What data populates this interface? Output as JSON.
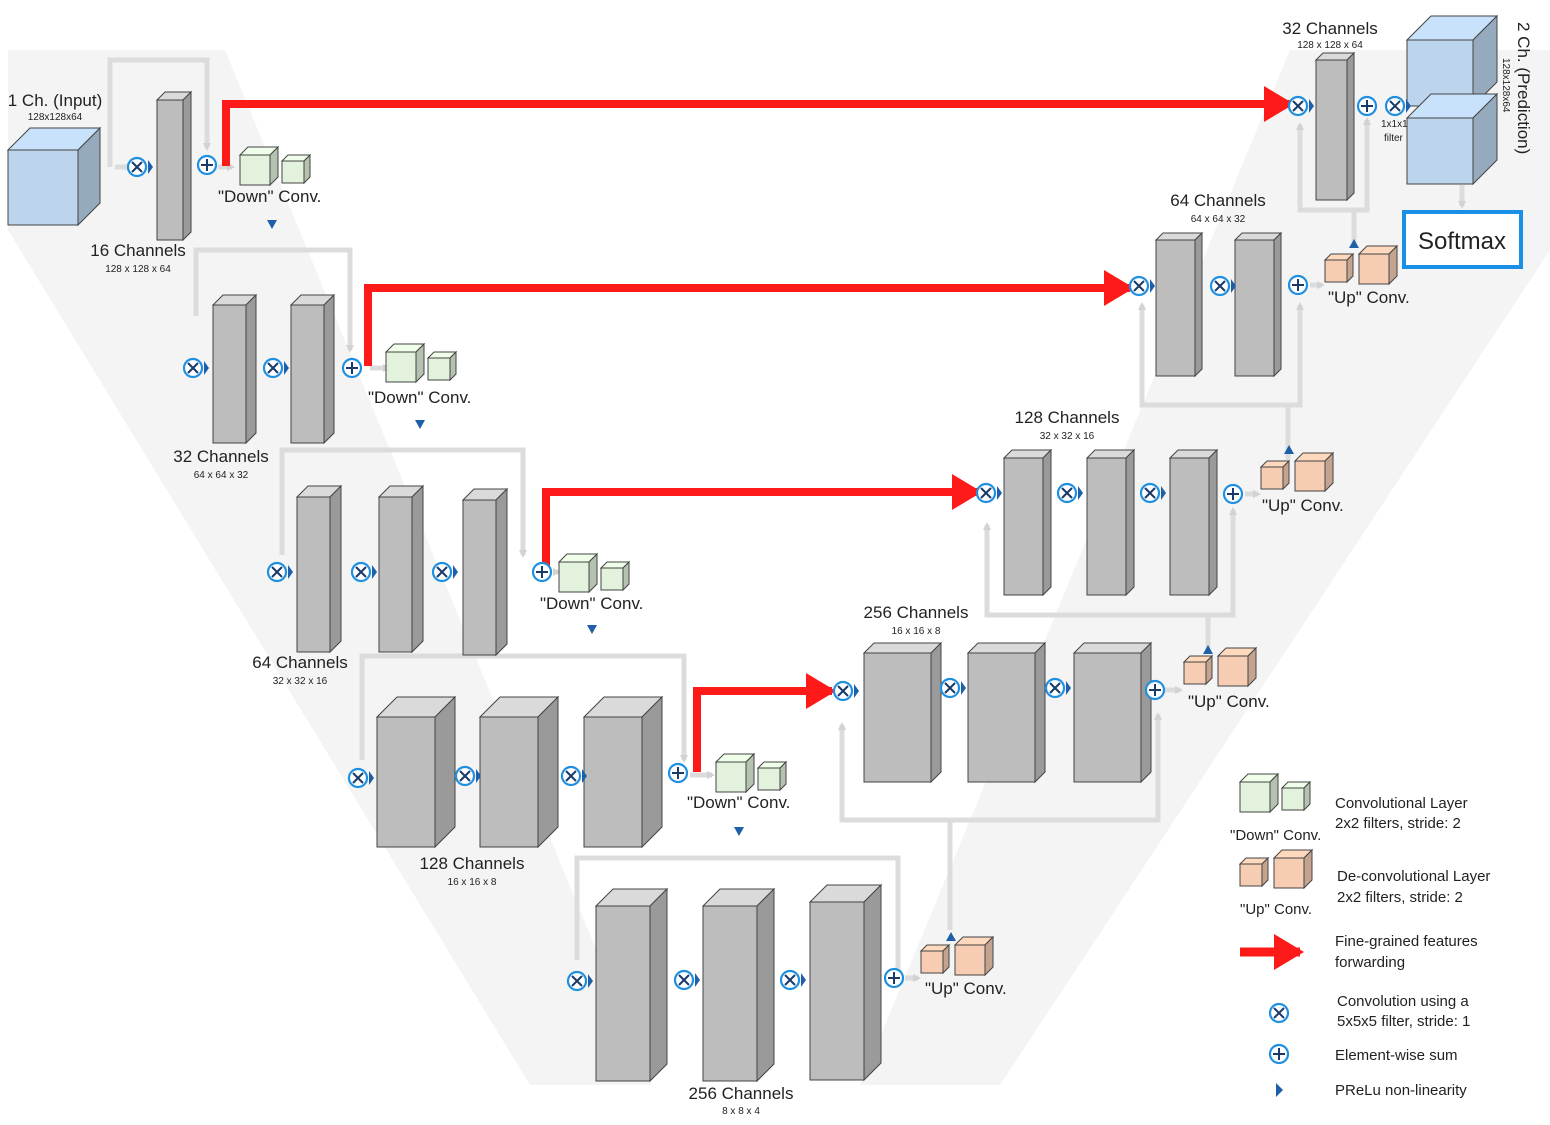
{
  "input": {
    "title": "1 Ch. (Input)",
    "dims": "128x128x64"
  },
  "output": {
    "title": "2 Ch. (Prediction)",
    "dims": "128x128x64",
    "filter_label": "1x1x1",
    "filter_label2": "filter",
    "softmax": "Softmax"
  },
  "stages": [
    {
      "title": "16 Channels",
      "dims": "128 x 128 x 64"
    },
    {
      "title": "32 Channels",
      "dims": "64 x 64 x 32"
    },
    {
      "title": "64 Channels",
      "dims": "32 x 32 x 16"
    },
    {
      "title": "128 Channels",
      "dims": "16 x 16 x 8"
    },
    {
      "title": "256 Channels",
      "dims": "8 x 8 x 4"
    },
    {
      "title": "256 Channels",
      "dims": "16 x 16 x 8"
    },
    {
      "title": "128 Channels",
      "dims": "32 x 32 x 16"
    },
    {
      "title": "64 Channels",
      "dims": "64 x 64 x 32"
    },
    {
      "title": "32 Channels",
      "dims": "128 x 128 x 64"
    }
  ],
  "down_conv_label": "\"Down\" Conv.",
  "up_conv_label": "\"Up\" Conv.",
  "legend": {
    "conv_line1": "Convolutional Layer",
    "conv_line2": "2x2 filters, stride: 2",
    "deconv_line1": "De-convolutional Layer",
    "deconv_line2": "2x2 filters, stride: 2",
    "forward_line1": "Fine-grained features",
    "forward_line2": "forwarding",
    "conv5_line1": "Convolution using a",
    "conv5_line2": "5x5x5 filter, stride: 1",
    "sum": "Element-wise sum",
    "prelu": "PReLu non-linearity",
    "down_label": "\"Down\" Conv.",
    "up_label": "\"Up\" Conv."
  },
  "colors": {
    "box_front": "#bdbdbd",
    "box_top": "#dadada",
    "box_side": "#9a9a9a",
    "input_front": "#bcd5ec",
    "down_front": "#e2f2dc",
    "up_front": "#f6cdb3",
    "forward_arrow": "#ff1a1a",
    "connector": "#dcdcdc",
    "symbol": "#1f8fe0",
    "prelu": "#1f5fa8",
    "softmax_border": "#1a8fe6",
    "band": "#f3f3f3"
  }
}
